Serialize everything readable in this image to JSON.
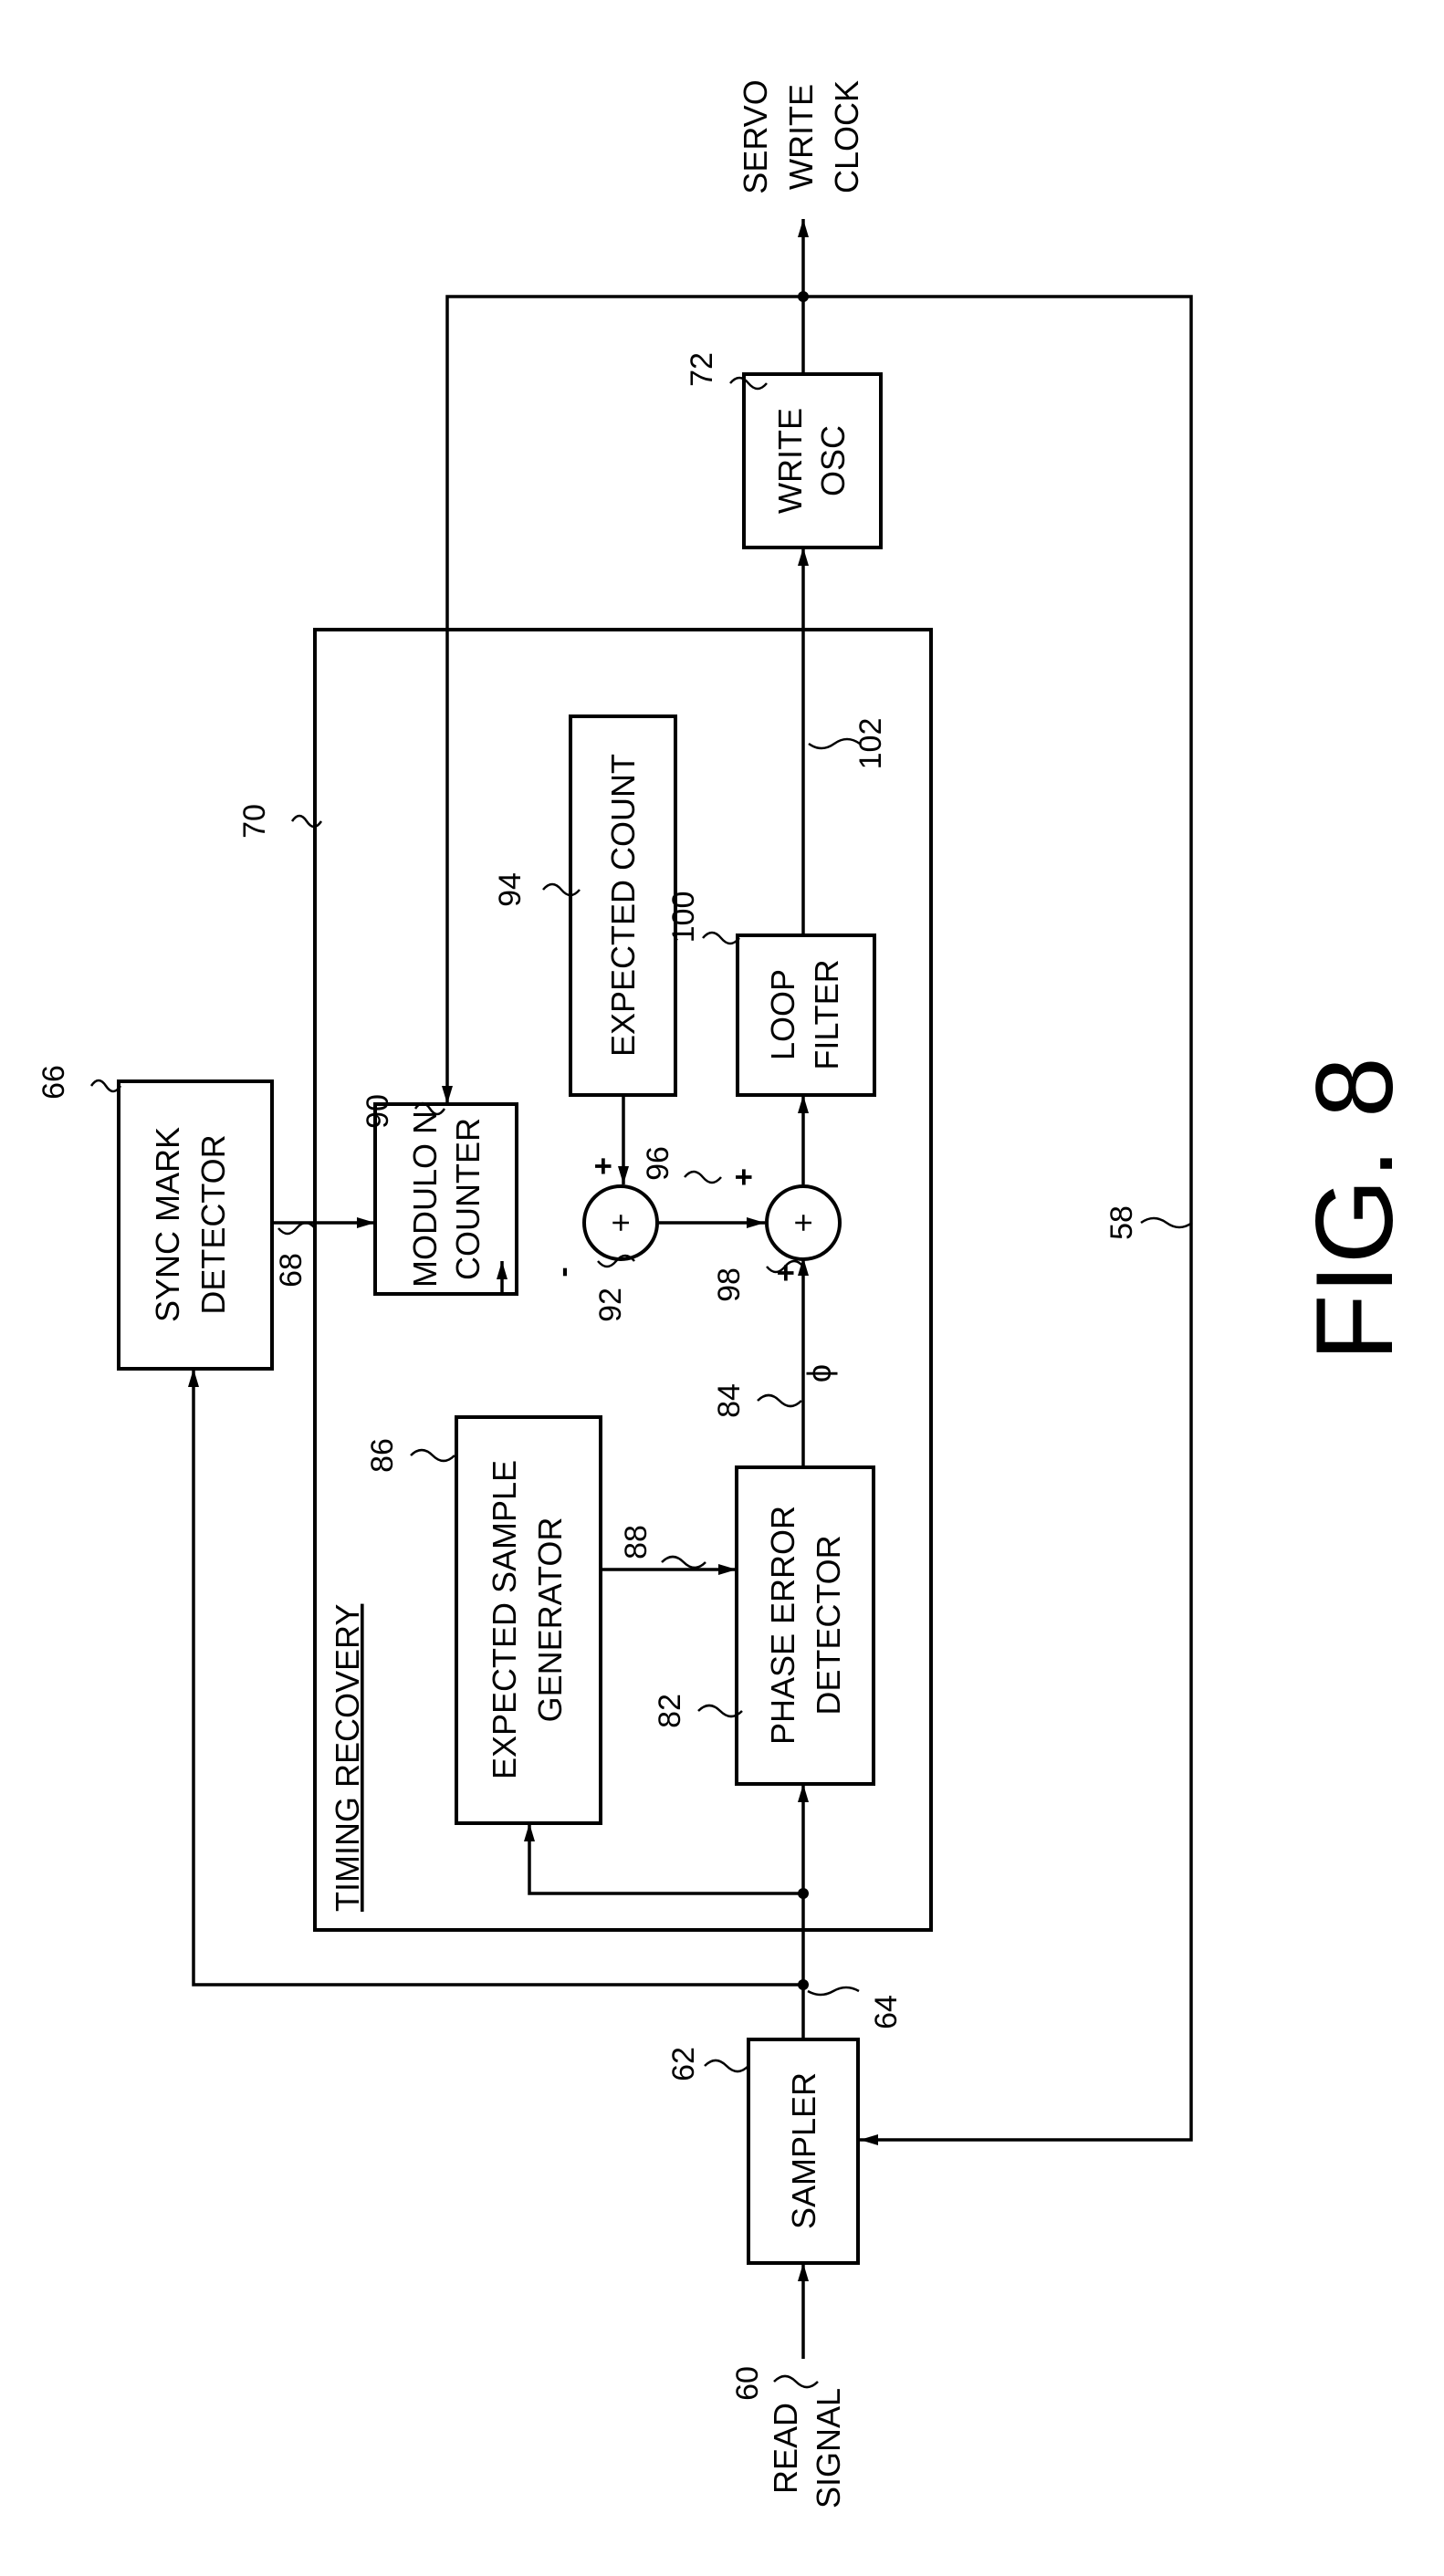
{
  "figure_label": "FIG. 8",
  "inputs": {
    "read_signal": [
      "READ",
      "SIGNAL"
    ]
  },
  "outputs": {
    "servo_write_clock": [
      "SERVO",
      "WRITE",
      "CLOCK"
    ]
  },
  "blocks": {
    "sampler": {
      "lines": [
        "SAMPLER"
      ],
      "ref": "62"
    },
    "sync_mark_detector": {
      "lines": [
        "SYNC MARK",
        "DETECTOR"
      ],
      "ref": "66"
    },
    "timing_recovery": {
      "title": "TIMING RECOVERY",
      "ref": "70"
    },
    "write_osc": {
      "lines": [
        "WRITE",
        "OSC"
      ],
      "ref": "72"
    },
    "phase_error_detector": {
      "lines": [
        "PHASE ERROR",
        "DETECTOR"
      ],
      "ref": "82"
    },
    "expected_sample_generator": {
      "lines": [
        "EXPECTED SAMPLE",
        "GENERATOR"
      ],
      "ref": "86"
    },
    "modulo_n_counter": {
      "lines": [
        "MODULO N",
        "COUNTER"
      ],
      "ref": "90"
    },
    "expected_count": {
      "lines": [
        "EXPECTED COUNT"
      ],
      "ref": "94"
    },
    "loop_filter": {
      "lines": [
        "LOOP",
        "FILTER"
      ],
      "ref": "100"
    }
  },
  "summers": {
    "summer_92": {
      "symbol": "+",
      "ref": "92",
      "input_signs": [
        "-",
        "+"
      ]
    },
    "summer_98": {
      "symbol": "+",
      "ref": "98",
      "input_signs": [
        "+",
        "+"
      ]
    }
  },
  "signals": {
    "feedback_clock": "58",
    "read_input": "60",
    "sampler_output": "64",
    "sync_detect": "68",
    "phase_error": "84",
    "phase_symbol": "ϕ",
    "expected_samples": "88",
    "count_error": "96",
    "filter_output": "102"
  }
}
